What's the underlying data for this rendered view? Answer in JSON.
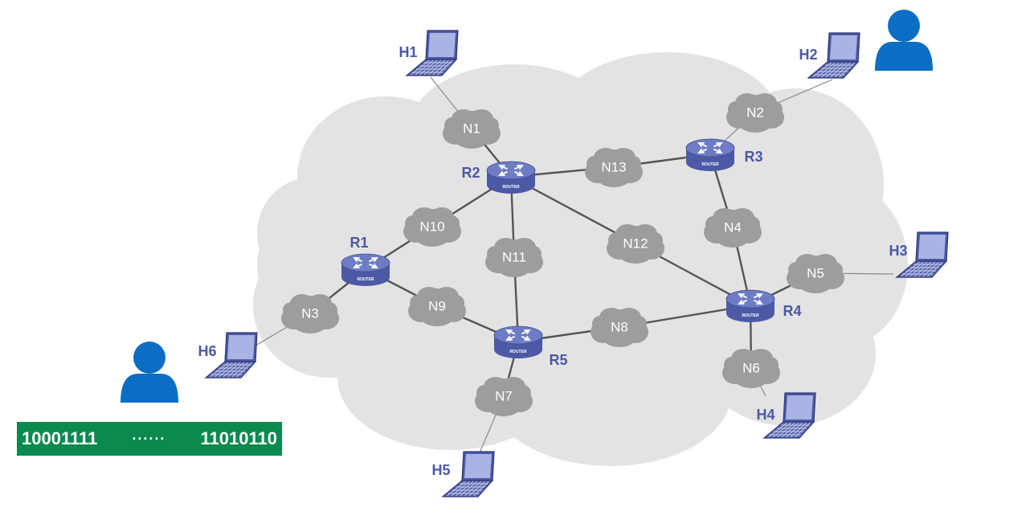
{
  "colors": {
    "background_cloud": "#e3e3e3",
    "small_cloud": "#9d9d9d",
    "router_body": "#4c5aa6",
    "router_top": "#6d7cc4",
    "label_blue": "#4a59a6",
    "user_blue": "#0b6ec4",
    "bit_bar": "#0a8a4f"
  },
  "router_tag": "ROUTER",
  "routers": [
    {
      "id": "R1",
      "label": "R1"
    },
    {
      "id": "R2",
      "label": "R2"
    },
    {
      "id": "R3",
      "label": "R3"
    },
    {
      "id": "R4",
      "label": "R4"
    },
    {
      "id": "R5",
      "label": "R5"
    }
  ],
  "networks": [
    {
      "id": "N1",
      "label": "N1"
    },
    {
      "id": "N2",
      "label": "N2"
    },
    {
      "id": "N3",
      "label": "N3"
    },
    {
      "id": "N4",
      "label": "N4"
    },
    {
      "id": "N5",
      "label": "N5"
    },
    {
      "id": "N6",
      "label": "N6"
    },
    {
      "id": "N7",
      "label": "N7"
    },
    {
      "id": "N8",
      "label": "N8"
    },
    {
      "id": "N9",
      "label": "N9"
    },
    {
      "id": "N10",
      "label": "N10"
    },
    {
      "id": "N11",
      "label": "N11"
    },
    {
      "id": "N12",
      "label": "N12"
    },
    {
      "id": "N13",
      "label": "N13"
    }
  ],
  "hosts": [
    {
      "id": "H1",
      "label": "H1"
    },
    {
      "id": "H2",
      "label": "H2"
    },
    {
      "id": "H3",
      "label": "H3"
    },
    {
      "id": "H4",
      "label": "H4"
    },
    {
      "id": "H5",
      "label": "H5"
    },
    {
      "id": "H6",
      "label": "H6"
    }
  ],
  "links": [
    [
      "R2",
      "N1"
    ],
    [
      "R2",
      "N13"
    ],
    [
      "R3",
      "N13"
    ],
    [
      "R3",
      "N4"
    ],
    [
      "R4",
      "N4"
    ],
    [
      "R2",
      "N10"
    ],
    [
      "R1",
      "N10"
    ],
    [
      "R2",
      "N11"
    ],
    [
      "R5",
      "N11"
    ],
    [
      "R2",
      "N12"
    ],
    [
      "R4",
      "N12"
    ],
    [
      "R1",
      "N9"
    ],
    [
      "R5",
      "N9"
    ],
    [
      "R5",
      "N8"
    ],
    [
      "R4",
      "N8"
    ],
    [
      "R4",
      "N6"
    ],
    [
      "R4",
      "N5"
    ],
    [
      "R1",
      "N3"
    ],
    [
      "R5",
      "N7"
    ]
  ],
  "host_links": [
    [
      "H1",
      "N1"
    ],
    [
      "H2",
      "N2"
    ],
    [
      "R3",
      "N2"
    ],
    [
      "H3",
      "N5"
    ],
    [
      "H4",
      "N6"
    ],
    [
      "H5",
      "N7"
    ],
    [
      "H6",
      "N3"
    ]
  ],
  "users": [
    {
      "id": "user-top-right",
      "icon": "user-icon"
    },
    {
      "id": "user-bottom-left",
      "icon": "user-icon"
    }
  ],
  "bit_bar": {
    "start": "10001111",
    "dots": "······",
    "end": "11010110"
  }
}
